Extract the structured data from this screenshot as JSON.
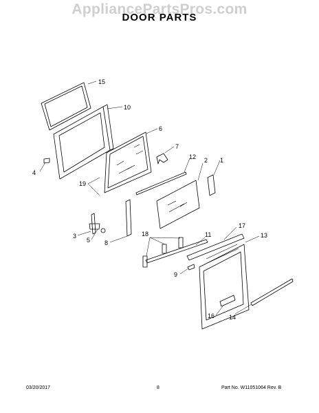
{
  "watermark": "AppliancePartsPros.com",
  "title": "DOOR PARTS",
  "callouts": {
    "c1": "1",
    "c2": "2",
    "c3": "3",
    "c4": "4",
    "c5": "5",
    "c6": "6",
    "c7": "7",
    "c8": "8",
    "c9": "9",
    "c10": "10",
    "c11": "11",
    "c12": "12",
    "c13": "13",
    "c14": "14",
    "c15": "15",
    "c16": "16",
    "c17": "17",
    "c18": "18",
    "c19": "19"
  },
  "footer": {
    "date": "03/20/2017",
    "page": "8",
    "part_info": "Part No.  W11051064   Rev.  B"
  }
}
